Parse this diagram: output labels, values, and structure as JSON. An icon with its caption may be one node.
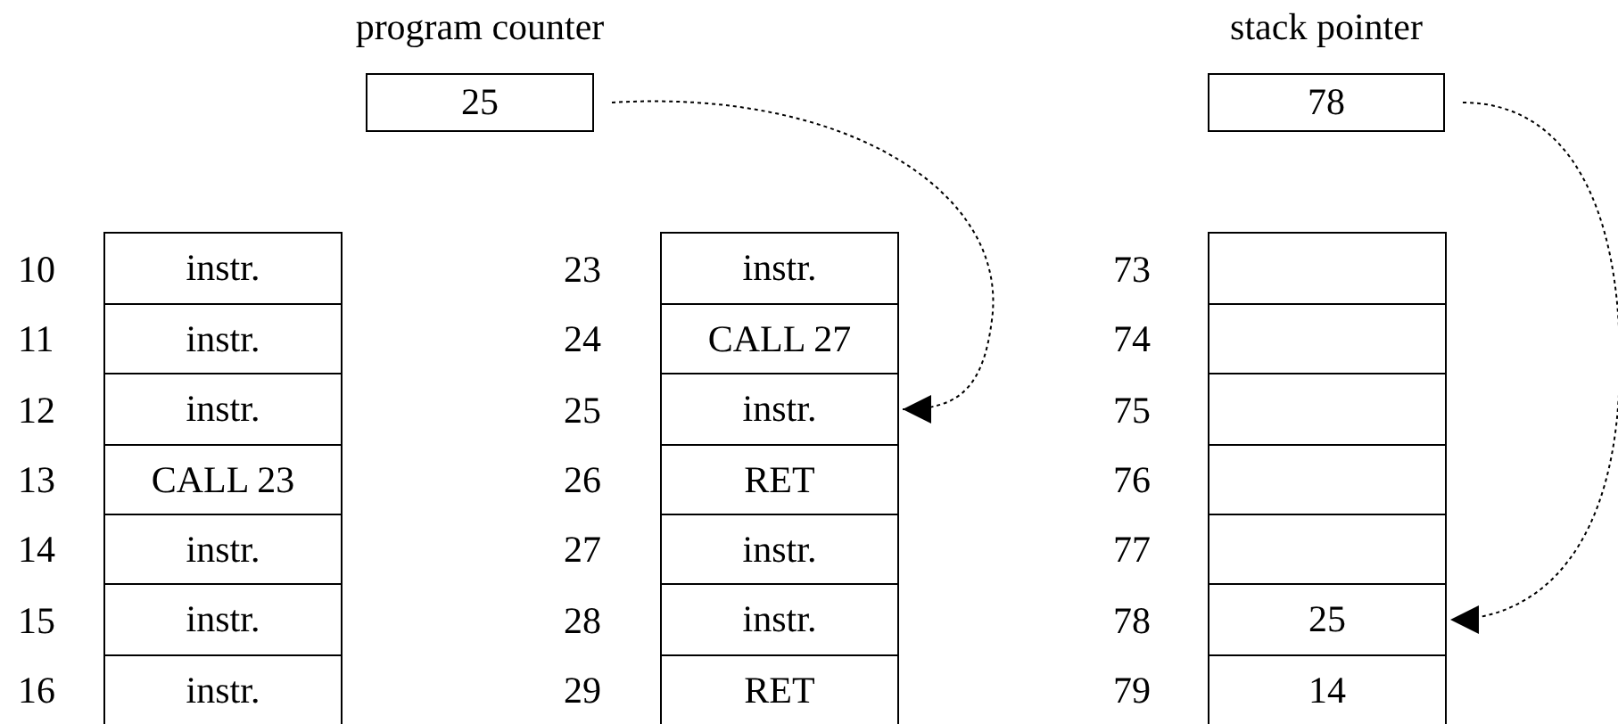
{
  "diagram": {
    "nodes": [
      {
        "text": [
          "program counter",
          "25"
        ]
      },
      {
        "text": [
          "stack pointer",
          "78"
        ]
      },
      {
        "text": [
          "instr."
        ],
        "beside": [
          "10"
        ]
      },
      {
        "text": [
          "instr."
        ],
        "beside": [
          "11"
        ]
      },
      {
        "text": [
          "instr."
        ],
        "beside": [
          "12"
        ]
      },
      {
        "text": [
          "CALL 23"
        ],
        "beside": [
          "13"
        ]
      },
      {
        "text": [
          "instr."
        ],
        "beside": [
          "14"
        ]
      },
      {
        "text": [
          "instr."
        ],
        "beside": [
          "15"
        ]
      },
      {
        "text": [
          "instr."
        ],
        "beside": [
          "16"
        ]
      },
      {
        "text": [
          "instr."
        ],
        "beside": [
          "23"
        ]
      },
      {
        "text": [
          "CALL 27"
        ],
        "beside": [
          "24"
        ]
      },
      {
        "text": [
          "instr."
        ],
        "beside": [
          "25"
        ]
      },
      {
        "text": [
          "RET"
        ],
        "beside": [
          "26"
        ]
      },
      {
        "text": [
          "instr."
        ],
        "beside": [
          "27"
        ]
      },
      {
        "text": [
          "instr."
        ],
        "beside": [
          "28"
        ]
      },
      {
        "text": [
          "RET"
        ],
        "beside": [
          "29"
        ]
      },
      {
        "text": [],
        "shape": "box",
        "beside": [
          "73"
        ]
      },
      {
        "text": [],
        "shape": "box",
        "beside": [
          "74"
        ]
      },
      {
        "text": [],
        "shape": "box",
        "beside": [
          "75"
        ]
      },
      {
        "text": [],
        "shape": "box",
        "beside": [
          "76"
        ]
      },
      {
        "text": [],
        "shape": "box",
        "beside": [
          "77"
        ]
      },
      {
        "text": [
          "25"
        ],
        "beside": [
          "78"
        ]
      },
      {
        "text": [
          "14"
        ],
        "beside": [
          "79"
        ]
      }
    ],
    "edges": [
      {
        "from": 0,
        "to": 11,
        "arrow": "to",
        "style": "dashed"
      },
      {
        "from": 1,
        "to": 21,
        "arrow": "to",
        "style": "dashed"
      }
    ]
  }
}
